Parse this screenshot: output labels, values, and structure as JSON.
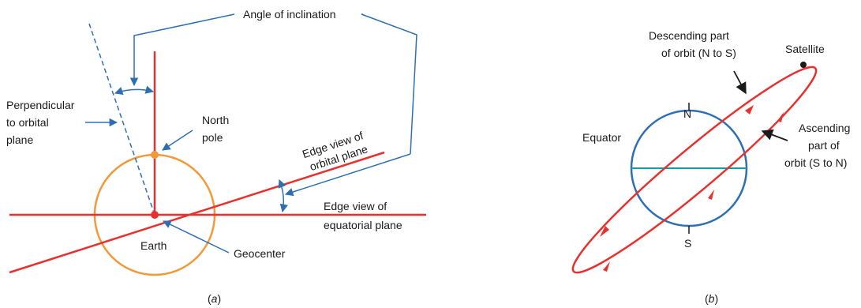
{
  "colors": {
    "orbit_red": "#e8312f",
    "earth_orange": "#f29a3a",
    "leader_blue": "#2e6fb3",
    "sphere_blue": "#2e6fb3",
    "equator_teal": "#1a9c9c",
    "text": "#1a1a1a"
  },
  "diagram_a": {
    "label_prefix": "(",
    "label_letter": "a",
    "label_suffix": ")",
    "angle_of_inclination": "Angle of inclination",
    "perpendicular_line1": "Perpendicular",
    "perpendicular_line2": "to orbital",
    "perpendicular_line3": "plane",
    "north_pole_line1": "North",
    "north_pole_line2": "pole",
    "orbital_plane_line1": "Edge view of",
    "orbital_plane_line2": "orbital plane",
    "equatorial_plane_line1": "Edge view of",
    "equatorial_plane_line2": "equatorial plane",
    "earth": "Earth",
    "geocenter": "Geocenter"
  },
  "diagram_b": {
    "label_prefix": "(",
    "label_letter": "b",
    "label_suffix": ")",
    "descending_line1": "Descending part",
    "descending_line2": "of orbit (N to S)",
    "satellite": "Satellite",
    "ascending_line1": "Ascending",
    "ascending_line2": "part of",
    "ascending_line3": "orbit (S to N)",
    "equator": "Equator",
    "north": "N",
    "south": "S"
  }
}
